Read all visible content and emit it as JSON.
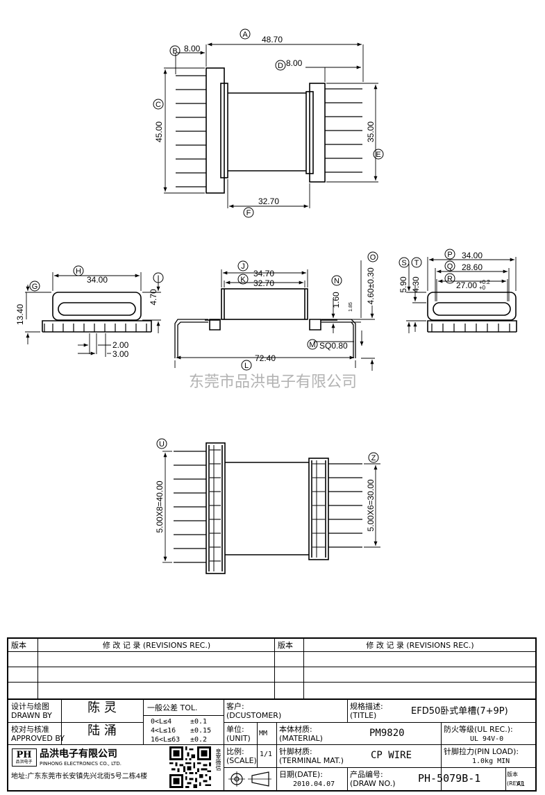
{
  "dims": {
    "A": "48.70",
    "B": "8.00",
    "D": "8.00",
    "C": "45.00",
    "E": "35.00",
    "F": "32.70",
    "H": "34.00",
    "G": "13.40",
    "I": "4.70",
    "pin_w": "2.00",
    "pin_p": "3.00",
    "J": "34.70",
    "K": "32.70",
    "N": "1.60",
    "N2": "1.85",
    "O": "4.60±0.30",
    "M": "SQ0.80",
    "L": "72.40",
    "S": "5.90",
    "T": "4.30",
    "P": "34.00",
    "Q": "28.60",
    "R": "27.00",
    "R_tol_up": "+0.2",
    "R_tol_dn": "+0",
    "U": "5.00X8=40.00",
    "Z": "5.00X6=30.00"
  },
  "markers": {
    "A": "A",
    "B": "B",
    "C": "C",
    "D": "D",
    "E": "E",
    "F": "F",
    "G": "G",
    "H": "H",
    "I": "I",
    "J": "J",
    "K": "K",
    "L": "L",
    "M": "M",
    "N": "N",
    "O": "O",
    "P": "P",
    "Q": "Q",
    "R": "R",
    "S": "S",
    "T": "T",
    "U": "U",
    "Z": "Z"
  },
  "watermark": "东莞市品洪电子有限公司",
  "revisions": {
    "col1": "版本",
    "col2": "修 改 记 录 (REVISIONS REC.)",
    "col3": "版本",
    "col4": "修 改 记 录 (REVISIONS REC.)"
  },
  "title_block": {
    "design_label": "设计与绘图",
    "design_label_en": "DRAWN BY",
    "designer": "陈 灵",
    "approve_label": "校对与核准",
    "approve_label_en": "APPROVED BY",
    "approver": "陆 涌",
    "tol_title": "一般公差 TOL.",
    "tol_rows": [
      {
        "range": "0<L≤4",
        "tol": "±0.1"
      },
      {
        "range": "4<L≤16",
        "tol": "±0.15"
      },
      {
        "range": "16<L≤63",
        "tol": "±0.2"
      }
    ],
    "customer_label": "客户:",
    "customer_label_en": "(DCUSTOMER)",
    "title_label": "规格描述:",
    "title_label_en": "(TITLE)",
    "title": "EFD50卧式单槽(7+9P)",
    "unit_label": "单位:",
    "unit_label_en": "(UNIT)",
    "unit": "MM",
    "material_label": "本体材质:",
    "material_label_en": "(MATERIAL)",
    "material": "PM9820",
    "ul_label": "防火等级(UL REC.):",
    "ul": "UL 94V-0",
    "scale_label": "比例:",
    "scale_label_en": "(SCALE)",
    "scale": "1/1",
    "terminal_label": "针脚材质:",
    "terminal_label_en": "(TERMINAL MAT.)",
    "terminal": "CP WIRE",
    "pinload_label": "针脚拉力(PIN LOAD):",
    "pinload": "1.0kg MIN",
    "date_label": "日期(DATE):",
    "date": "2010.04.07",
    "drawno_label": "产品编号:",
    "drawno_label_en": "(DRAW NO.)",
    "drawno": "PH-5079B-1",
    "rev_label": "版本(REV):",
    "rev": "A1",
    "company_logo": "PH",
    "company_logo_sub": "品洪电子",
    "company_cn": "品洪电子有限公司",
    "company_en": "PINHONG ELECTRONICS CO., LTD.",
    "address": "地址:广东东莞市长安镇先兴北街5号二栋4楼",
    "qr_side": "皇室微信"
  }
}
